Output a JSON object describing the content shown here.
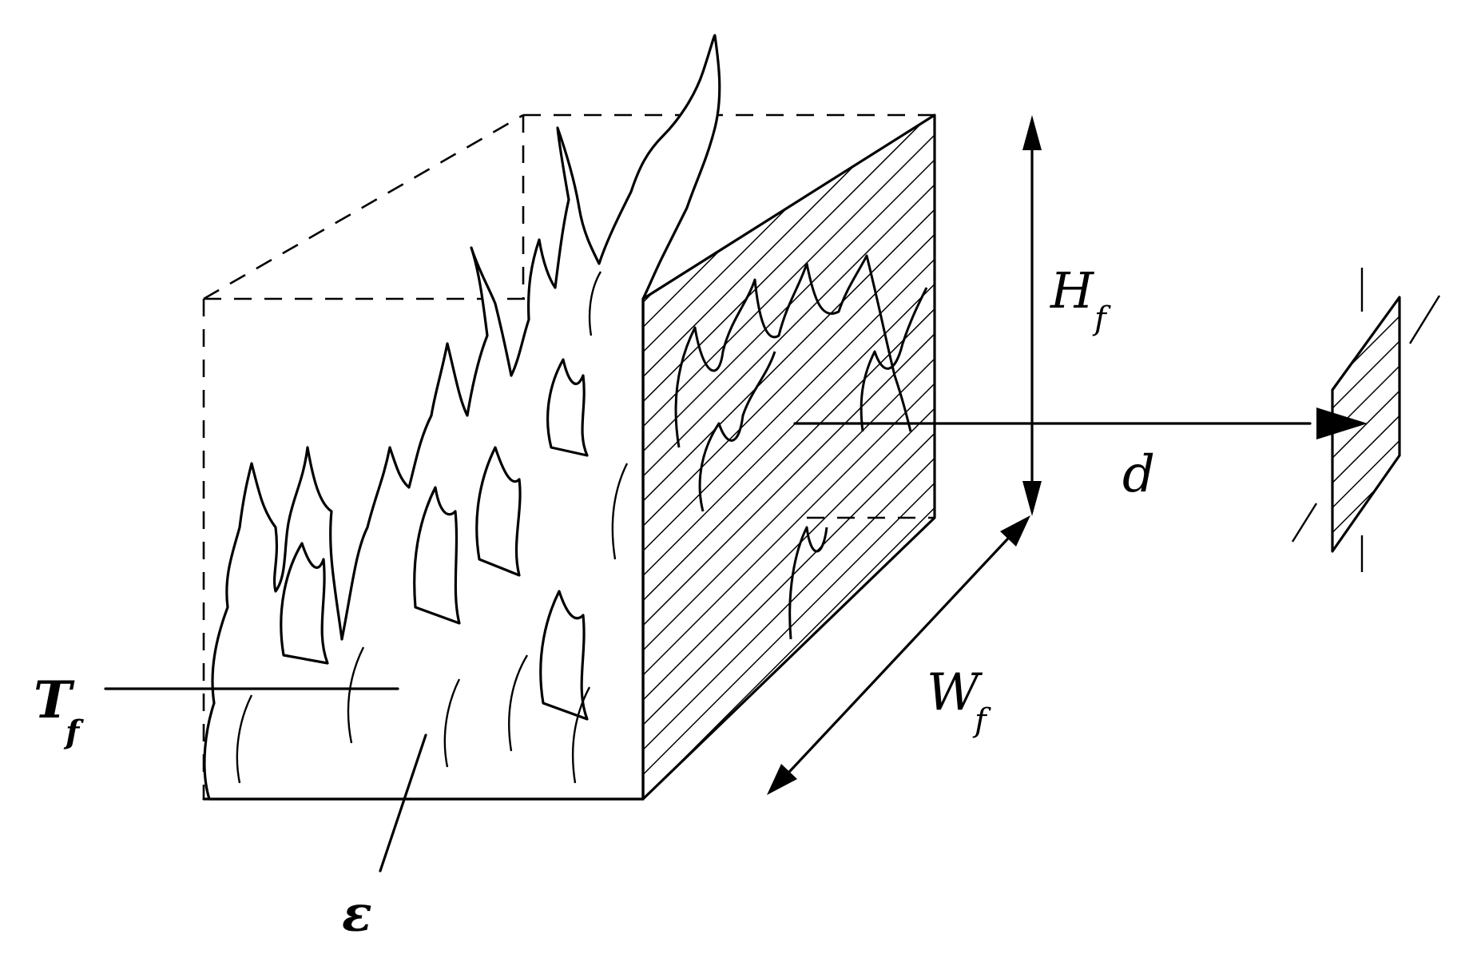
{
  "diagram": {
    "labels": {
      "flame_height": "H",
      "flame_height_sub": "f",
      "distance": "d",
      "flame_width": "W",
      "flame_width_sub": "f",
      "flame_temperature": "T",
      "flame_temperature_sub": "f",
      "emissivity": "ε"
    },
    "colors": {
      "ink": "#000000",
      "background": "#ffffff"
    },
    "icons": {
      "emitter": "hatched-flame-surface",
      "receiver": "hatched-target-plate"
    }
  }
}
